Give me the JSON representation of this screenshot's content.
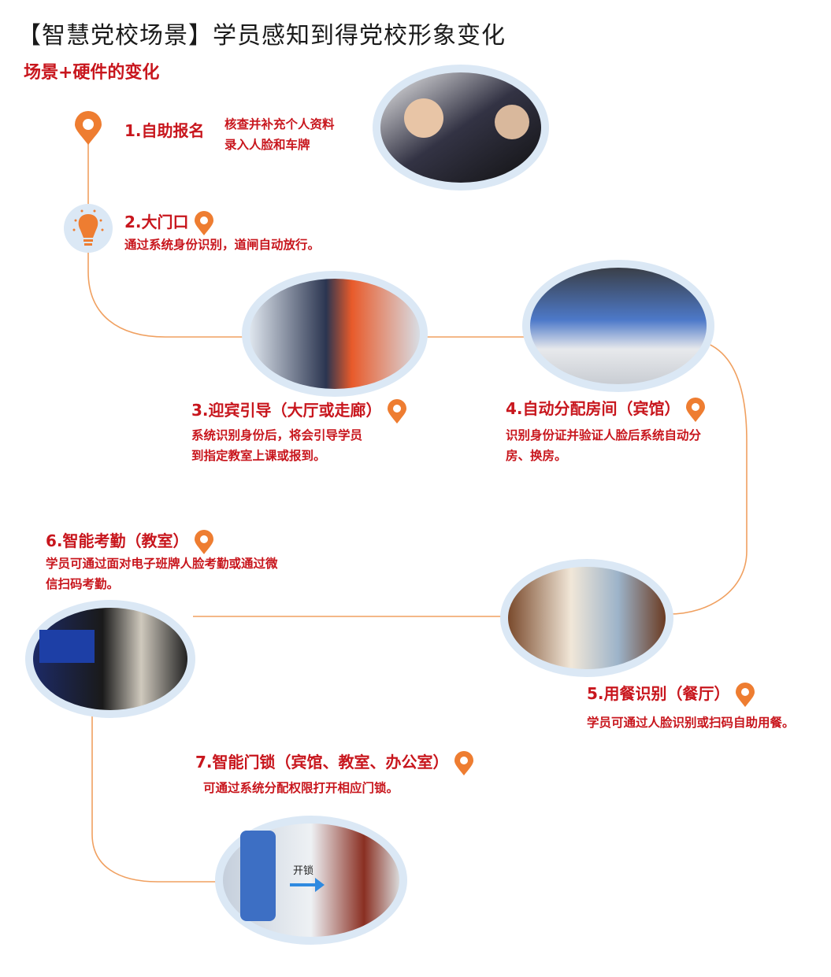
{
  "header": {
    "title": "【智慧党校场景】学员感知到得党校形象变化",
    "subtitle": "场景+硬件的变化"
  },
  "colors": {
    "accent": "#c8161d",
    "pin": "#ee7d31",
    "ring": "#dbe8f5",
    "line": "#f0a060"
  },
  "steps": [
    {
      "title": "1.自助报名",
      "desc": [
        "核查并补充个人资料",
        "录入人脸和车牌"
      ]
    },
    {
      "title": "2.大门口",
      "desc": [
        "通过系统身份识别，道闸自动放行。"
      ]
    },
    {
      "title": "3.迎宾引导（大厅或走廊）",
      "desc": [
        "系统识别身份后，将会引导学员",
        "到指定教室上课或报到。"
      ]
    },
    {
      "title": "4.自动分配房间（宾馆）",
      "desc": [
        "识别身份证并验证人脸后系统自动分",
        "房、换房。"
      ]
    },
    {
      "title": "5.用餐识别（餐厅）",
      "desc": [
        "学员可通过人脸识别或扫码自助用餐。"
      ]
    },
    {
      "title": "6.智能考勤（教室）",
      "desc": [
        "学员可通过面对电子班牌人脸考勤或通过微",
        "信扫码考勤。"
      ]
    },
    {
      "title": "7.智能门锁（宾馆、教室、办公室）",
      "desc": [
        "可通过系统分配权限打开相应门锁。"
      ]
    }
  ],
  "photo7_label": "开锁"
}
